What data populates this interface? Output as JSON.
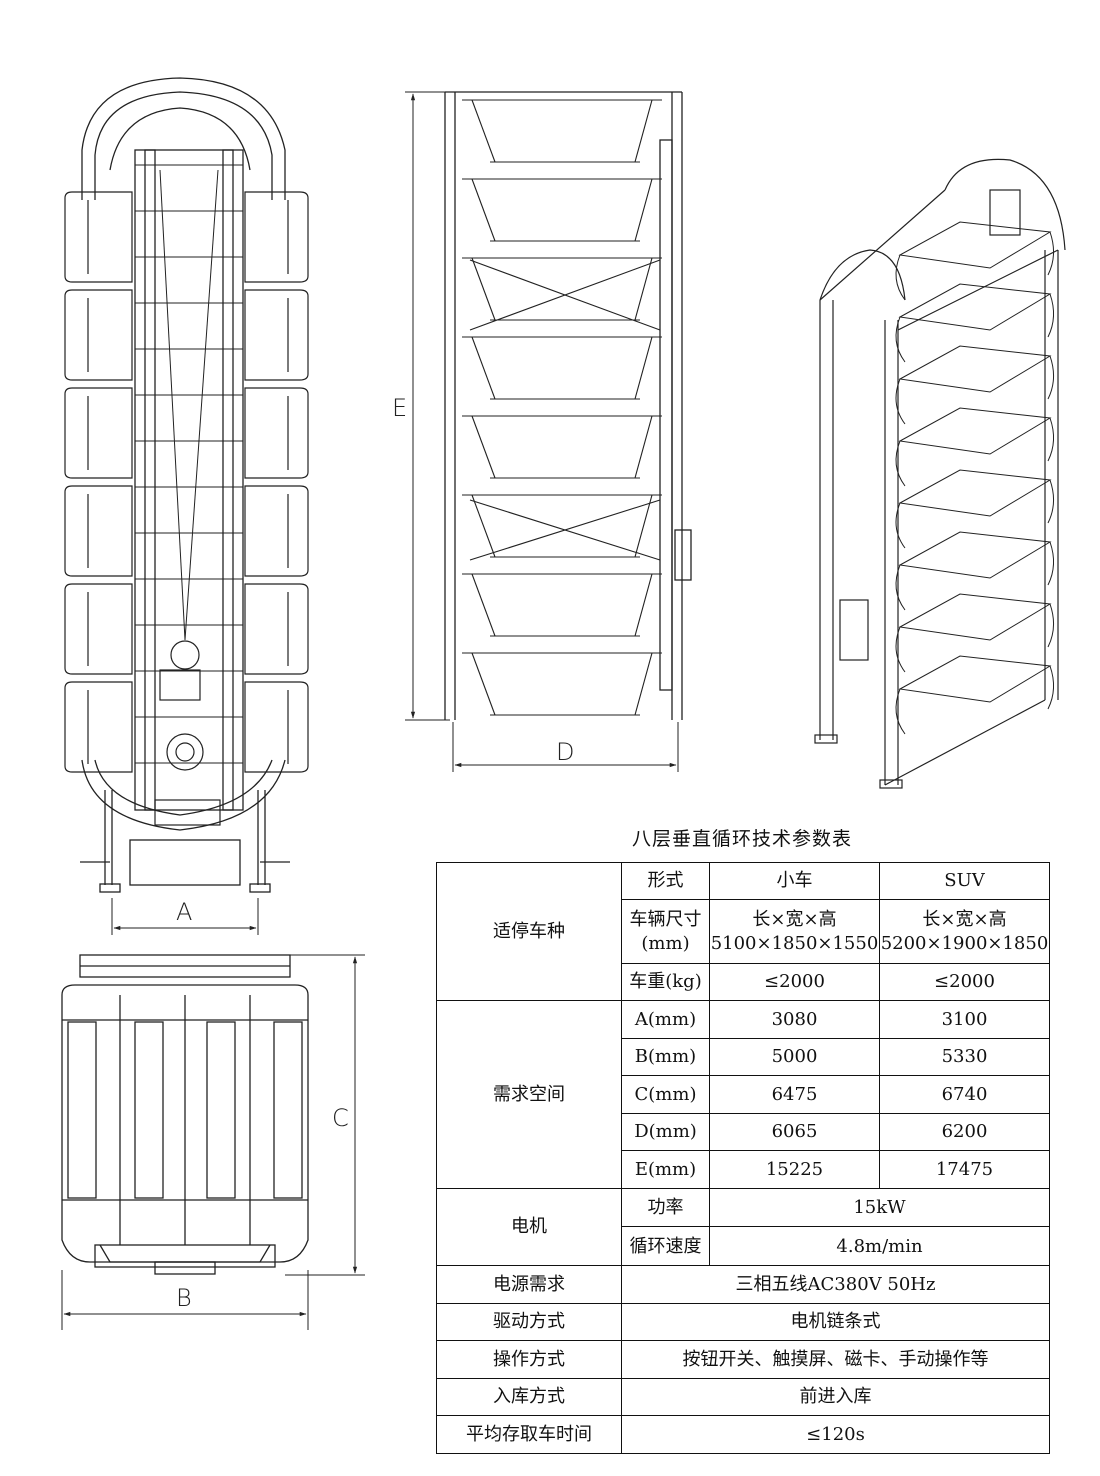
{
  "dimension_labels": {
    "a": "A",
    "b": "B",
    "c": "C",
    "d": "D",
    "e": "E"
  },
  "table": {
    "title": "八层垂直循环技术参数表",
    "headers": {
      "form": "形式",
      "small_car": "小车",
      "suv": "SUV"
    },
    "suitable_vehicle": {
      "label": "适停车种",
      "size_label_1": "车辆尺寸",
      "size_label_2": "(mm)",
      "size_small_1": "长×宽×高",
      "size_small_2": "5100×1850×1550",
      "size_suv_1": "长×宽×高",
      "size_suv_2": "5200×1900×1850",
      "weight_label": "车重(kg)",
      "weight_small": "≤2000",
      "weight_suv": "≤2000"
    },
    "space": {
      "label": "需求空间",
      "rows": [
        {
          "label": "A(mm)",
          "small": "3080",
          "suv": "3100"
        },
        {
          "label": "B(mm)",
          "small": "5000",
          "suv": "5330"
        },
        {
          "label": "C(mm)",
          "small": "6475",
          "suv": "6740"
        },
        {
          "label": "D(mm)",
          "small": "6065",
          "suv": "6200"
        },
        {
          "label": "E(mm)",
          "small": "15225",
          "suv": "17475"
        }
      ]
    },
    "motor": {
      "label": "电机",
      "power_label": "功率",
      "power_value": "15kW",
      "speed_label": "循环速度",
      "speed_value": "4.8m/min"
    },
    "power_supply": {
      "label": "电源需求",
      "value": "三相五线AC380V 50Hz"
    },
    "drive": {
      "label": "驱动方式",
      "value": "电机链条式"
    },
    "operation": {
      "label": "操作方式",
      "value": "按钮开关、触摸屏、磁卡、手动操作等"
    },
    "entry": {
      "label": "入库方式",
      "value": "前进入库"
    },
    "avg_time": {
      "label": "平均存取车时间",
      "value": "≤120s"
    }
  }
}
